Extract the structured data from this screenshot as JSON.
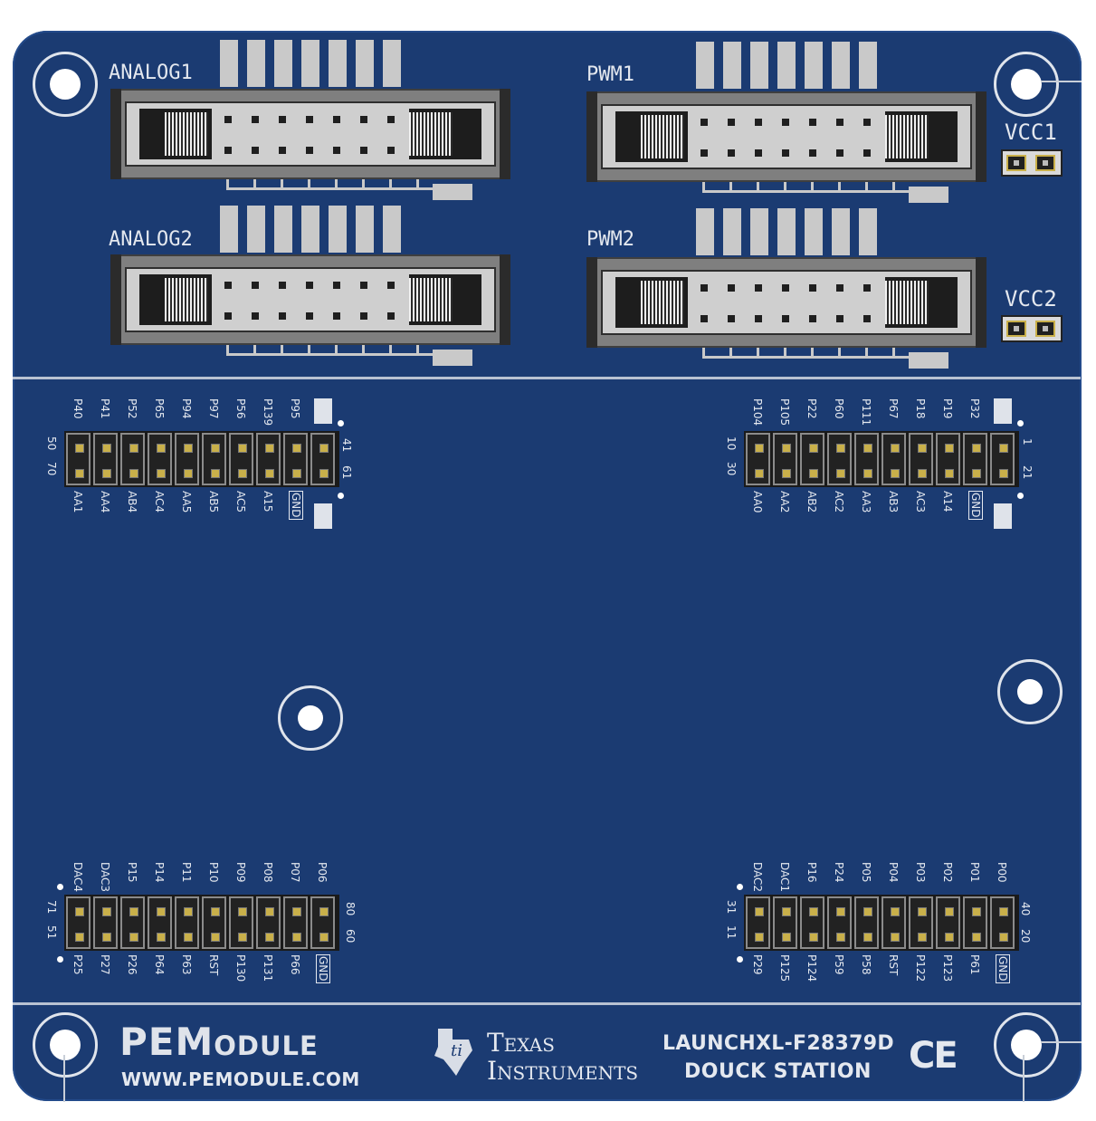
{
  "board": {
    "connectors": {
      "analog1": "ANALOG1",
      "analog2": "ANALOG2",
      "pwm1": "PWM1",
      "pwm2": "PWM2",
      "vcc1": "VCC1",
      "vcc2": "VCC2"
    },
    "header_tl": {
      "top": [
        "P40",
        "P41",
        "P52",
        "P65",
        "P94",
        "P97",
        "P56",
        "P139",
        "P95"
      ],
      "bottom": [
        "AA1",
        "AA4",
        "AB4",
        "AC4",
        "AA5",
        "AB5",
        "AC5",
        "A15",
        "GND"
      ],
      "left_nums": [
        "50",
        "70"
      ],
      "right_nums": [
        "41",
        "61"
      ]
    },
    "header_tr": {
      "top": [
        "P104",
        "P105",
        "P22",
        "P60",
        "P111",
        "P67",
        "P18",
        "P19",
        "P32"
      ],
      "bottom": [
        "AA0",
        "AA2",
        "AB2",
        "AC2",
        "AA3",
        "AB3",
        "AC3",
        "A14",
        "GND"
      ],
      "left_nums": [
        "10",
        "30"
      ],
      "right_nums": [
        "1",
        "21"
      ]
    },
    "header_bl": {
      "top": [
        "DAC4",
        "DAC3",
        "P15",
        "P14",
        "P11",
        "P10",
        "P09",
        "P08",
        "P07",
        "P06"
      ],
      "bottom": [
        "P25",
        "P27",
        "P26",
        "P64",
        "P63",
        "RST",
        "P130",
        "P131",
        "P66",
        "GND"
      ],
      "left_nums": [
        "71",
        "51"
      ],
      "right_nums": [
        "80",
        "60"
      ]
    },
    "header_br": {
      "top": [
        "DAC2",
        "DAC1",
        "P16",
        "P24",
        "P05",
        "P04",
        "P03",
        "P02",
        "P01",
        "P00"
      ],
      "bottom": [
        "P29",
        "P125",
        "P124",
        "P59",
        "P58",
        "RST",
        "P122",
        "P123",
        "P61",
        "GND"
      ],
      "left_nums": [
        "31",
        "11"
      ],
      "right_nums": [
        "40",
        "20"
      ]
    },
    "footer": {
      "brand": "PEModule",
      "brand_pe": "PE",
      "brand_rest": "Module",
      "url": "WWW.PEMODULE.COM",
      "ti_line1": "Texas",
      "ti_line2": "Instruments",
      "model": "LAUNCHXL-F28379D",
      "station": "DOUCK STATION",
      "ce": "CE"
    }
  },
  "colors": {
    "board": "#1b3b72",
    "silk": "#e4e8ef",
    "copper": "#c9c9c9"
  }
}
